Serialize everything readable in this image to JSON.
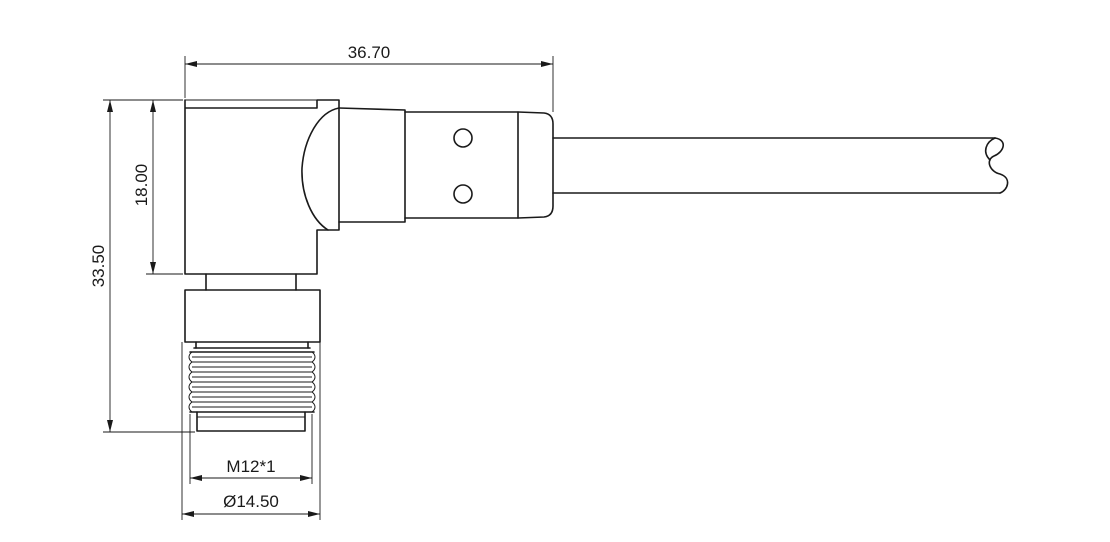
{
  "colors": {
    "line": "#1a1a1a",
    "background": "#ffffff"
  },
  "dimensions": {
    "overall_length": "36.70",
    "body_height": "18.00",
    "overall_height": "33.50",
    "thread": "M12*1",
    "nut_diameter": "Ø14.50"
  }
}
